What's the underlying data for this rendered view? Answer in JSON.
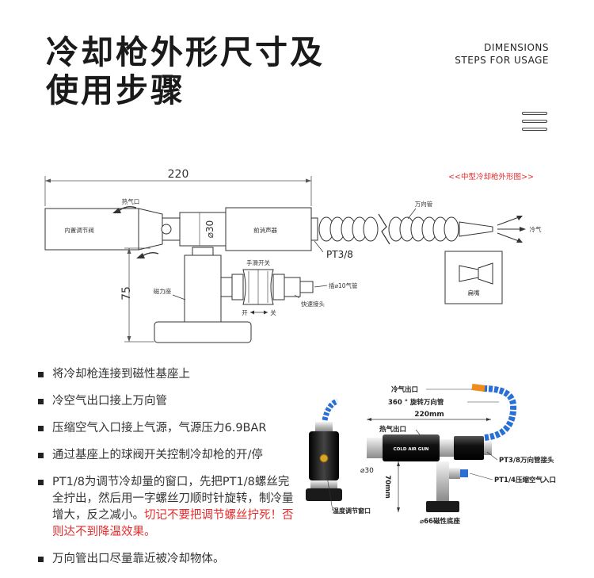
{
  "header": {
    "title_line1": "冷却枪外形尺寸及",
    "title_line2": "使用步骤",
    "subtitle_line1": "DIMENSIONS",
    "subtitle_line2": "STEPS FOR USAGE"
  },
  "top_diagram": {
    "caption": "<<中型冷却枪外形图>>",
    "dim_length": "220",
    "dim_height": "75",
    "dim_diameter": "⌀30",
    "label_hot_outlet": "热气口",
    "label_valve": "内置调节阀",
    "label_front_muffler": "前消声器",
    "label_pt": "PT3/8",
    "label_direction_pipe": "万向管",
    "label_cold": "冷气",
    "label_nozzle": "扁嘴",
    "label_hand_switch": "手滑开关",
    "label_magnet_base": "磁力座",
    "label_plug": "插⌀10气管",
    "label_quick_joint": "快速接头",
    "label_on_off_open": "开",
    "label_on_off_close": "关"
  },
  "steps": [
    {
      "text": "将冷却枪连接到磁性基座上"
    },
    {
      "text": "冷空气出口接上万向管"
    },
    {
      "text": "压缩空气入口接上气源，气源压力6.9BAR"
    },
    {
      "text": "通过基座上的球阀开关控制冷却枪的开/停"
    },
    {
      "text": "PT1/8为调节冷却量的窗口，先把PT1/8螺丝完全拧出，然后用一字螺丝刀顺时针旋转，制冷量增大，反之减小。",
      "warning": "切记不要把调节螺丝拧死！否则达不到降温效果。"
    },
    {
      "text": "万向管出口尽量靠近被冷却物体。"
    }
  ],
  "bottom_diagram": {
    "label_cold_outlet": "冷气出口",
    "label_360": "360 ° 旋转万向管",
    "dim_220mm": "220mm",
    "label_hot_outlet": "热气出口",
    "brand_text": "COLD AIR GUN",
    "label_pt38": "PT3/8万向管接头",
    "label_pt14": "PT1/4压缩空气入口",
    "dim_70mm": "70mm",
    "dim_30": "⌀30",
    "dim_66": "⌀66磁性底座",
    "label_temp_window": "温度调节窗口"
  },
  "colors": {
    "accent_red": "#e52b2b",
    "hose_blue": "#2a6fd6",
    "hose_orange": "#f08a1c"
  }
}
